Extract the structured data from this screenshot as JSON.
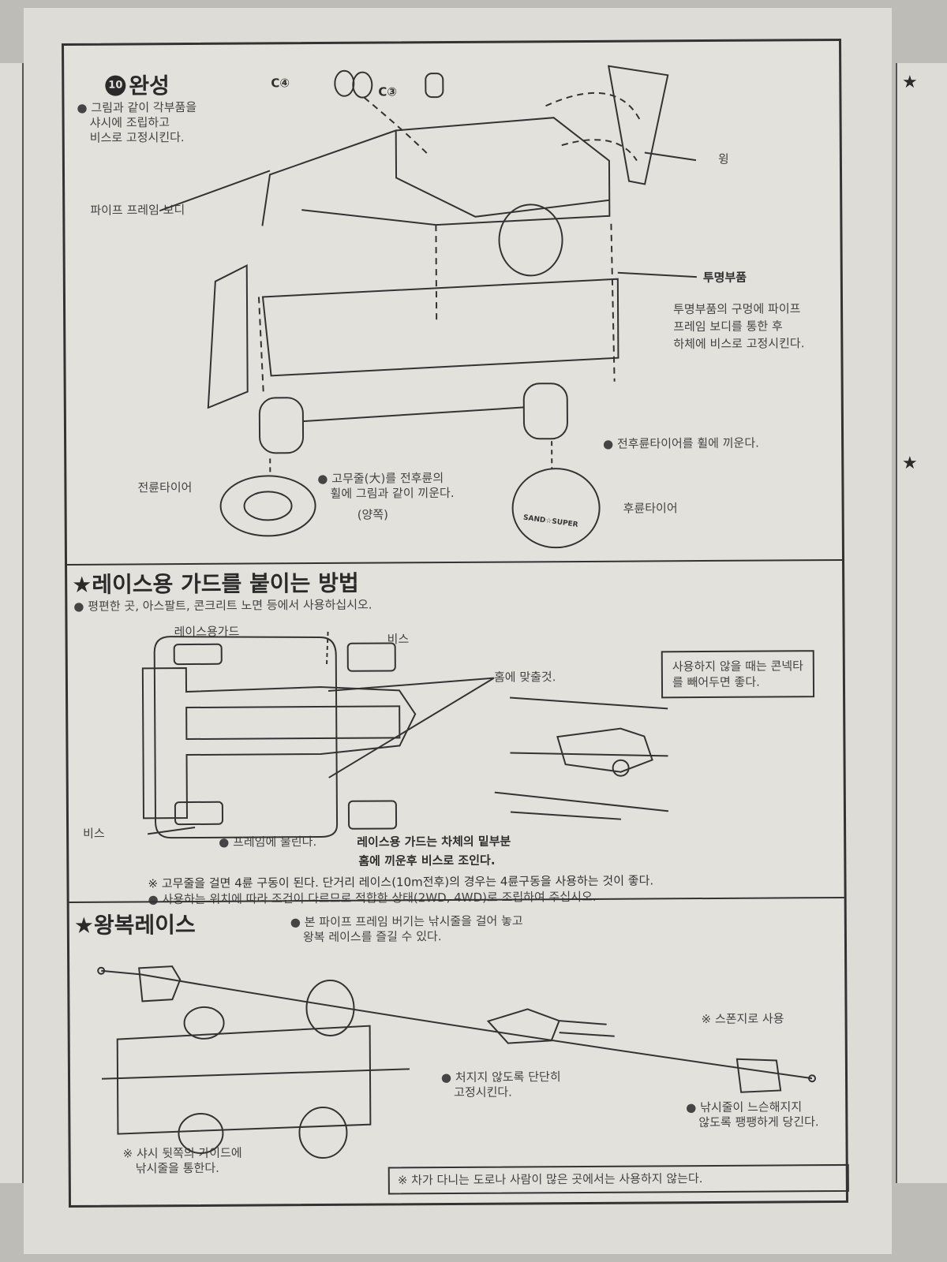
{
  "step": {
    "number": "10",
    "title": "완성",
    "instruction": [
      "그림과 같이 각부품을",
      "샤시에 조립하고",
      "비스로 고정시킨다."
    ],
    "labels": {
      "c4": "C④",
      "c3": "C③",
      "wing": "윙",
      "pipe_frame_body": "파이프 프레임 보디",
      "clear_part": "투명부품",
      "clear_part_note": [
        "투명부품의 구멍에 파이프",
        "프레임 보디를 통한 후",
        "하체에 비스로 고정시킨다."
      ],
      "tire_on_wheel": "전후륜타이어를 휠에 끼운다.",
      "rubber_band": [
        "고무줄(大)를 전후륜의",
        "휠에 그림과 같이 끼운다."
      ],
      "both_sides": "(양쪽)",
      "front_tire": "전륜타이어",
      "rear_tire": "후륜타이어",
      "tire_print": "SAND☆SUPER"
    }
  },
  "race_guard": {
    "title": "★레이스용 가드를 붙이는 방법",
    "subtitle": "평편한 곳, 아스팔트, 콘크리트 노면 등에서 사용하십시오.",
    "labels": {
      "guard": "레이스용가드",
      "screw_top": "비스",
      "screw_bottom": "비스",
      "align_groove": "홈에 맞출것.",
      "frame_bite": "프레임에 물린다.",
      "guard_note": [
        "레이스용 가드는 차체의 밑부분",
        "홈에 끼운후 비스로 조인다."
      ]
    },
    "box_note": [
      "사용하지 않을 때는 콘넥타",
      "를 빼어두면 좋다."
    ],
    "footnote1": "※ 고무줄을 걸면  4륜 구동이 된다.  단거리 레이스(10m전후)의 경우는 4륜구동을 사용하는 것이 좋다.",
    "footnote2": "사용하는 위치에 따라 조건이 다르므로 적합한 상태(2WD, 4WD)로 조립하여 주십시오."
  },
  "round_trip": {
    "title": "★왕복레이스",
    "intro": [
      "본 파이프 프레임 버기는 낚시줄을 걸어 놓고",
      "왕복 레이스를 즐길 수 있다."
    ],
    "labels": {
      "sponge": "※ 스폰지로 사용",
      "tight": [
        "처지지 않도록 단단히",
        "고정시킨다."
      ],
      "pull": [
        "낚시줄이 느슨해지지",
        "않도록 팽팽하게 당긴다."
      ],
      "guide": [
        "※ 샤시 뒷쪽의 가이드에",
        "낚시줄을 통한다."
      ]
    },
    "warning": "※ 차가 다니는 도로나 사람이 많은 곳에서는 사용하지 않는다."
  },
  "right_page": {
    "star": "★"
  }
}
